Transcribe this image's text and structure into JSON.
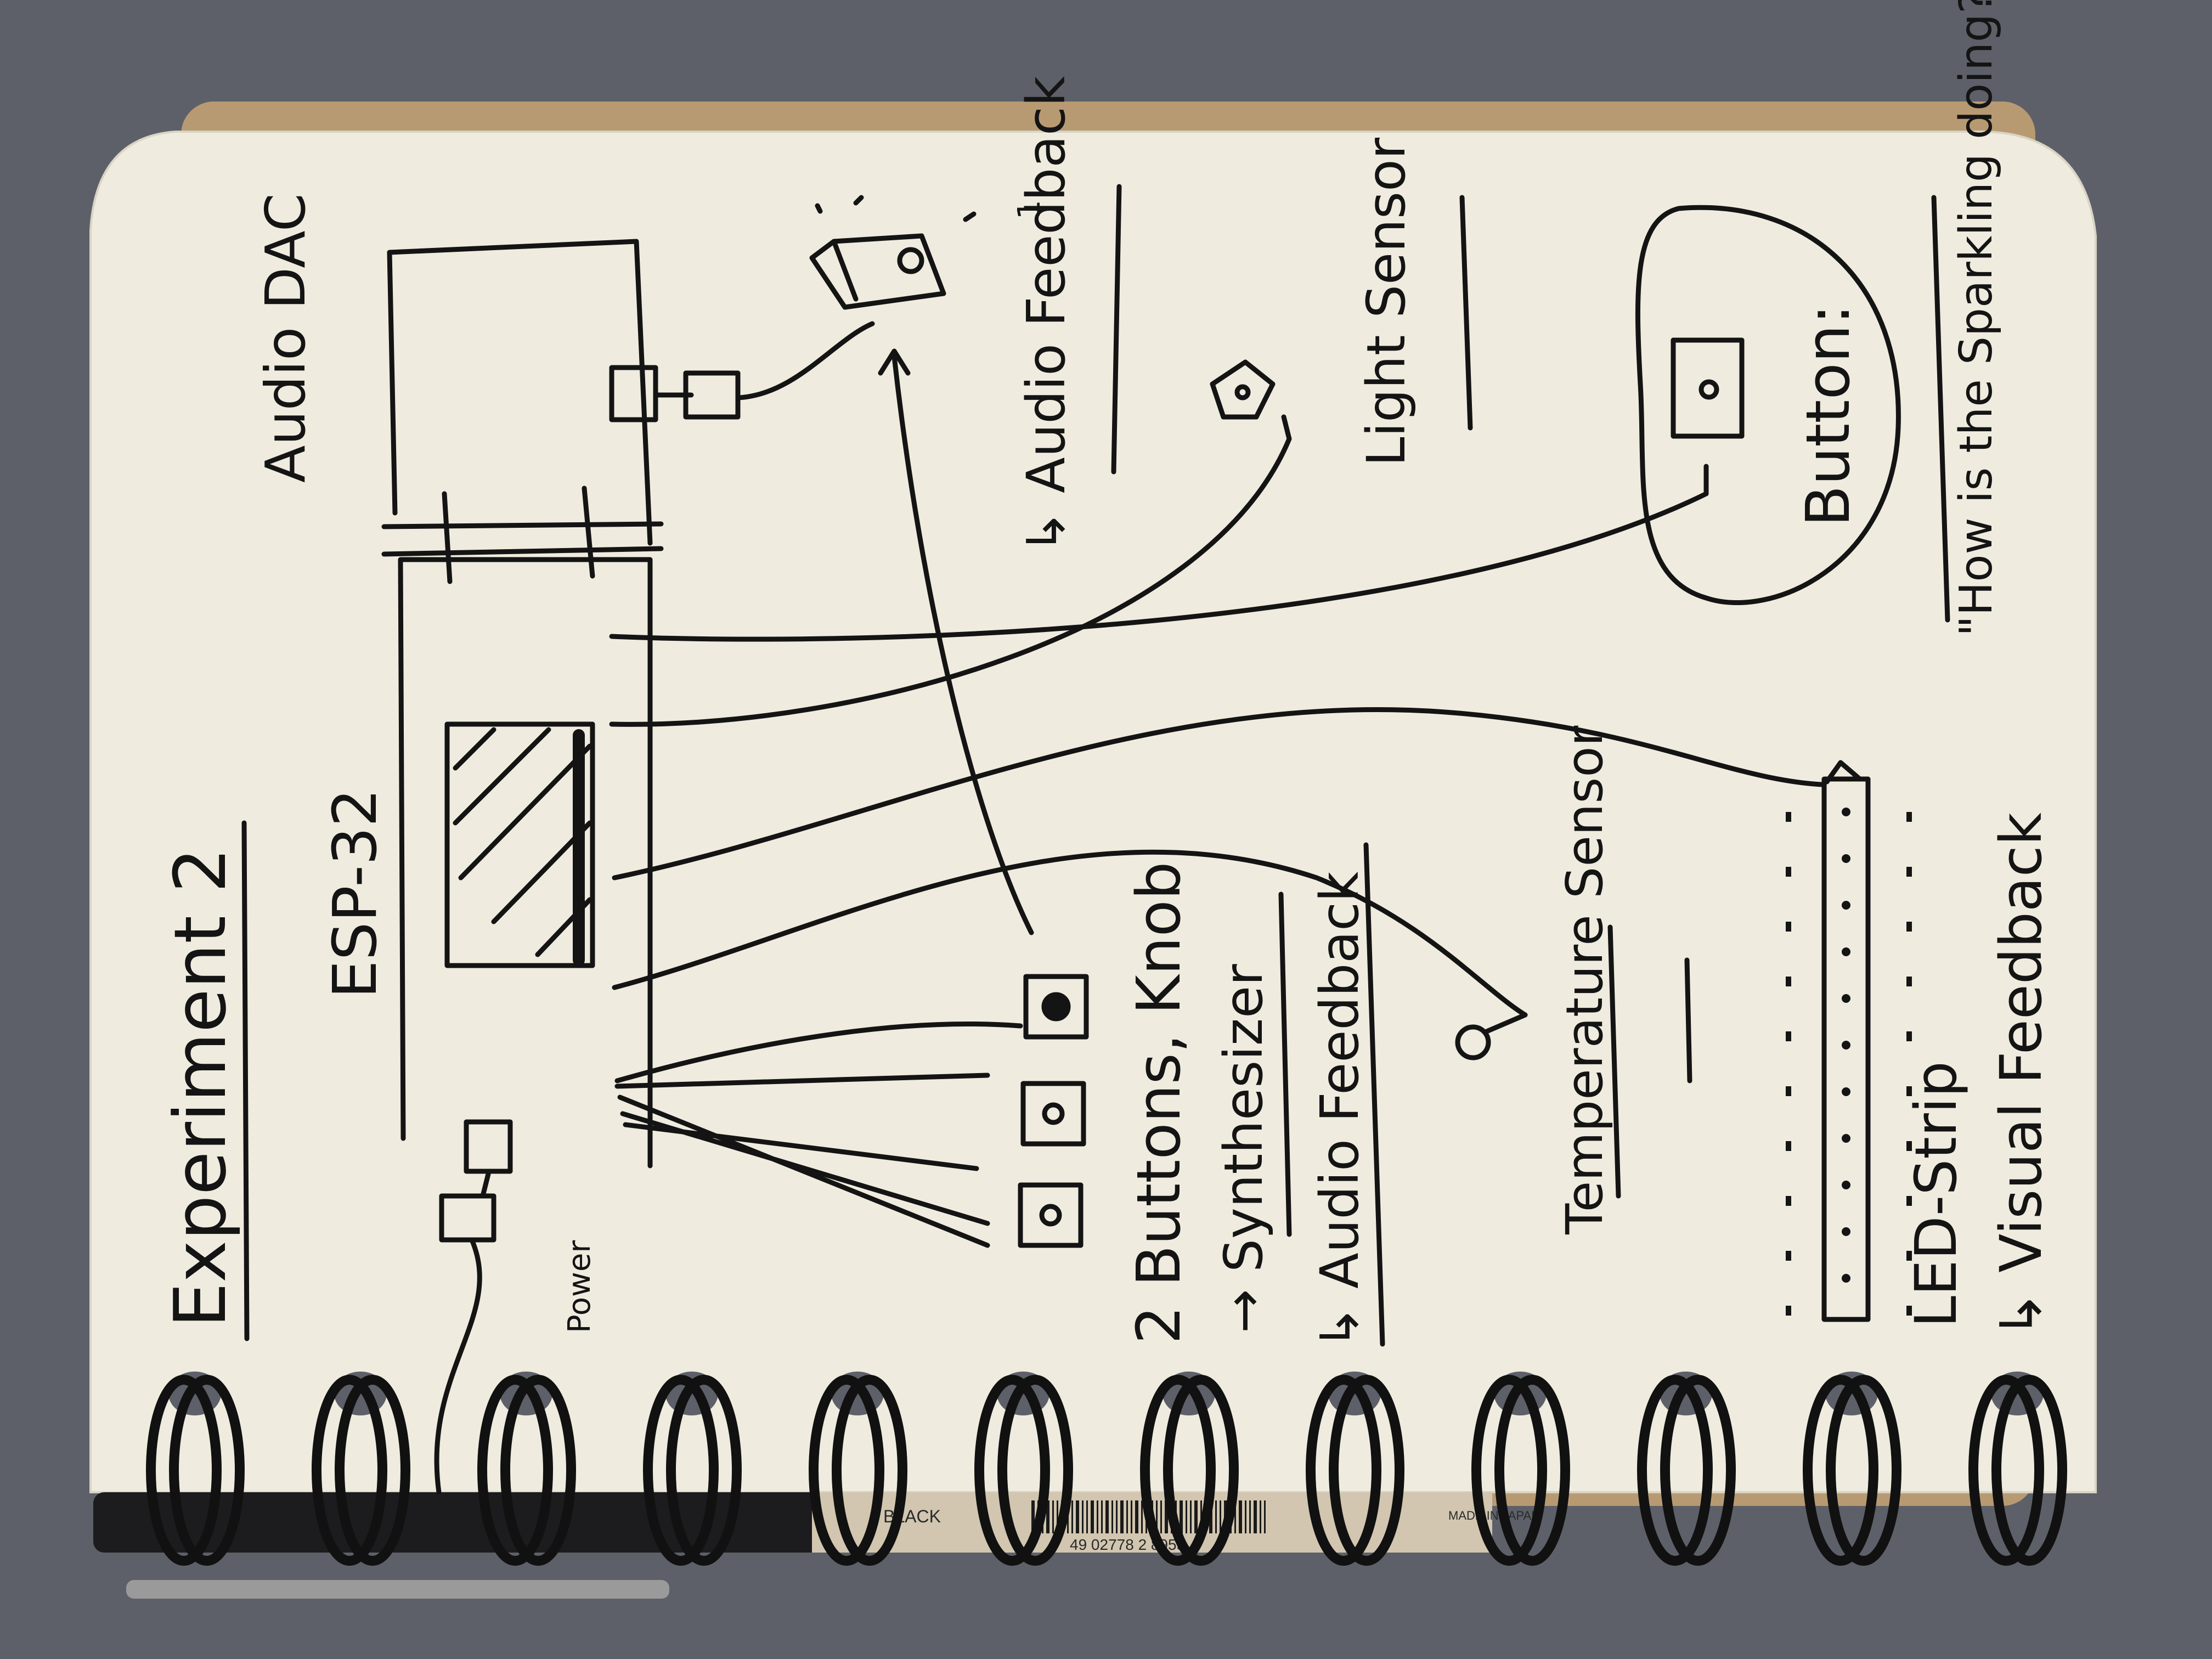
{
  "title": "Experiment 2",
  "labels": {
    "esp32": "ESP-32",
    "audio_dac": "Audio DAC",
    "power": "Power",
    "buttons_knob": "2 Buttons, Knob",
    "synthesizer": "→ Synthesizer",
    "audio_feedback_left": "↳ Audio Feedback",
    "temperature_sensor": "Temperature Sensor",
    "led_strip": "LED-Strip",
    "visual_feedback": "↳ Visual Feedback",
    "audio_feedback_top": "↳ Audio Feedback",
    "audio_feedback_marker": "1",
    "light_sensor": "Light Sensor",
    "button": "Button:",
    "quote": "\"How is the Sparkling doing?\""
  },
  "pen": {
    "brand_text": "BLACK",
    "barcode_number": "49 02778 2 8955",
    "origin": "MADE IN JAPAN"
  },
  "colors": {
    "background_fabric": "#5d6068",
    "paper": "#efecdf",
    "cardboard_back": "#b89a72",
    "ink": "#141414",
    "spiral_wire": "#111111",
    "pen_cap": "#d2c6b0"
  }
}
